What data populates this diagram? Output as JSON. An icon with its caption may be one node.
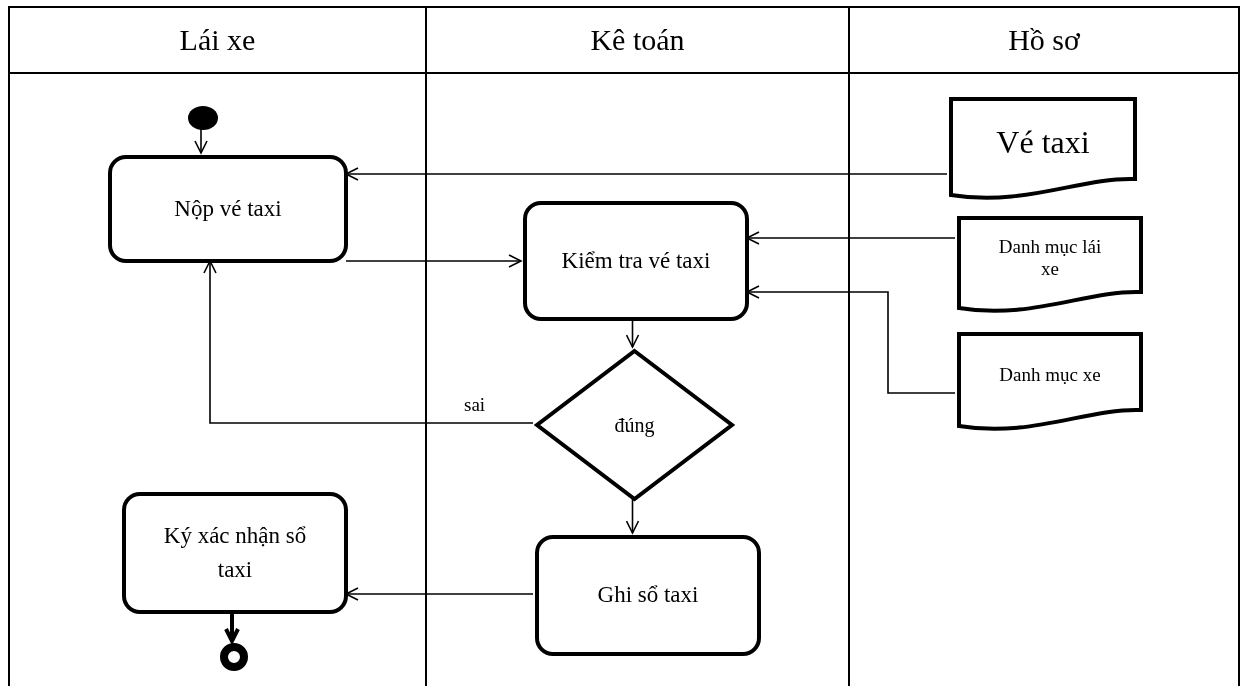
{
  "diagram": {
    "nodes": [
      {
        "text": [
          "Lái xe"
        ]
      },
      {
        "text": [
          "Kê toán"
        ]
      },
      {
        "text": [
          "Hồ sơ"
        ]
      },
      {
        "text": [],
        "shape": "circle",
        "in": 0
      },
      {
        "text": [
          "Nộp vé taxi"
        ],
        "in": 0
      },
      {
        "text": [
          "Kiểm tra vé taxi"
        ],
        "in": 1
      },
      {
        "text": [
          "đúng"
        ],
        "in": 1
      },
      {
        "text": [
          "Ghi sổ taxi"
        ],
        "in": 1
      },
      {
        "text": [
          "Ký xác nhận sổ taxi"
        ],
        "in": 0
      },
      {
        "text": [],
        "shape": "circle",
        "in": 0
      },
      {
        "text": [
          "Vé taxi"
        ],
        "in": 2
      },
      {
        "text": [
          "Danh mục lái xe"
        ],
        "in": 2
      },
      {
        "text": [
          "Danh mục xe"
        ],
        "in": 2
      }
    ],
    "edges": [
      {
        "from": 3,
        "to": 4,
        "arrow": "to"
      },
      {
        "from": 10,
        "to": 4,
        "arrow": "to"
      },
      {
        "from": 4,
        "to": 5,
        "arrow": "to"
      },
      {
        "from": 11,
        "to": 5,
        "arrow": "to"
      },
      {
        "from": 12,
        "to": 5,
        "arrow": "to"
      },
      {
        "from": 5,
        "to": 6,
        "arrow": "to"
      },
      {
        "from": 6,
        "to": 4,
        "arrow": "to",
        "label": "sai"
      },
      {
        "from": 6,
        "to": 7,
        "arrow": "to"
      },
      {
        "from": 7,
        "to": 8,
        "arrow": "to"
      },
      {
        "from": 8,
        "to": 9,
        "arrow": "to",
        "style": "thick"
      }
    ]
  }
}
